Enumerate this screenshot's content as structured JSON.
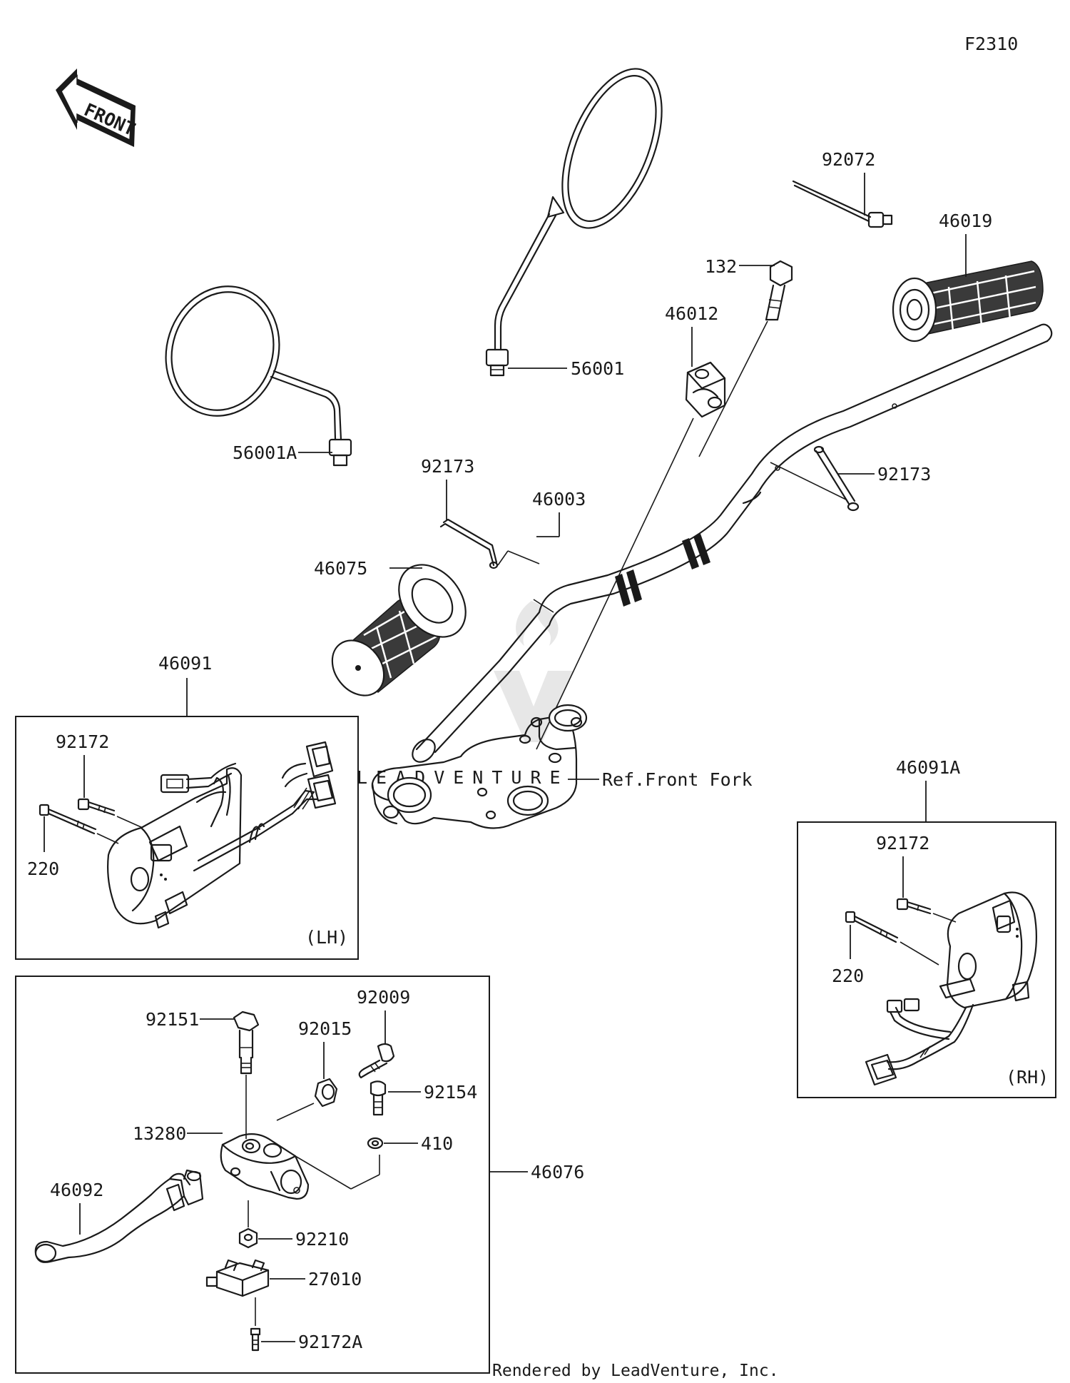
{
  "diagram": {
    "code": "F2310",
    "front_arrow_label": "FRONT",
    "footer": "Rendered by LeadVenture, Inc.",
    "watermark": "LEADVENTURE",
    "colors": {
      "ink": "#1a1a1a",
      "background": "#ffffff",
      "watermark": "#e7e7e7"
    },
    "parts": {
      "mirror_right": "56001",
      "mirror_left": "56001A",
      "clamp_tie": "92072",
      "grip_right": "46019",
      "bolt_132": "132",
      "holder_upper": "46012",
      "pin_right": "92173",
      "pin_left": "92173",
      "handlebar": "46003",
      "grip_left": "46075",
      "front_fork_ref": "Ref.Front Fork",
      "switch_lh_assy": "46091",
      "switch_lh_screw": "92172",
      "switch_lh_bolt": "220",
      "switch_lh_side": "(LH)",
      "switch_rh_assy": "46091A",
      "switch_rh_screw": "92172",
      "switch_rh_bolt": "220",
      "switch_rh_side": "(RH)",
      "lever_assy": "46076",
      "lever_bolt": "92151",
      "lever_nut_top": "92015",
      "lever_bolt_adjuster": "92009",
      "lever_screw": "92154",
      "lever_holder": "13280",
      "lever_washer": "410",
      "lever": "46092",
      "lever_nut": "92210",
      "lever_switch": "27010",
      "lever_switch_screw": "92172A"
    }
  }
}
